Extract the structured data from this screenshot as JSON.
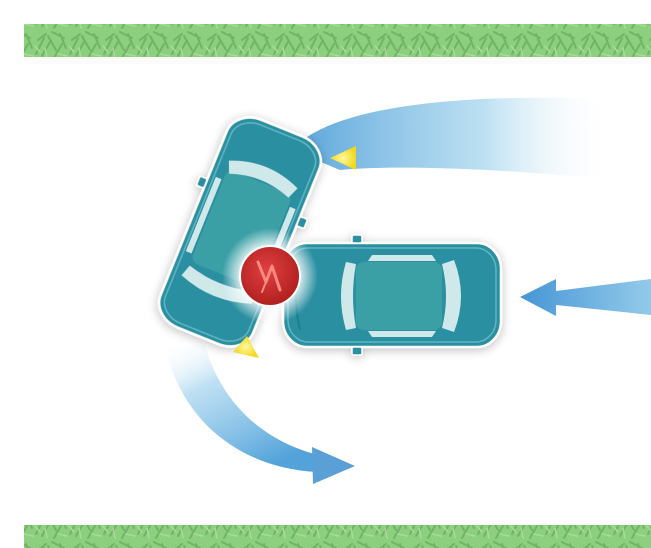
{
  "scene": {
    "background_color": "#ffffff",
    "grass_color": "#8ccf7e",
    "grass_texture_color": "#6fb563",
    "car_body_color": "#2a8fa0",
    "car_roof_color": "#3aa0a6",
    "car_window_color": "#cfe9ea",
    "car_outline_color": "#ffffff",
    "headlight_color": "#f3e23a",
    "impact_color": "#c62828",
    "impact_glow_color": "#ffffff",
    "motion_arrow_color": "#5ea8d8",
    "elements": [
      "grass-strip-top",
      "grass-strip-bottom",
      "car-turning",
      "car-straight",
      "collision-point-icon",
      "motion-arrow-turn-origin",
      "motion-arrow-turn-exit",
      "motion-arrow-straight"
    ]
  }
}
